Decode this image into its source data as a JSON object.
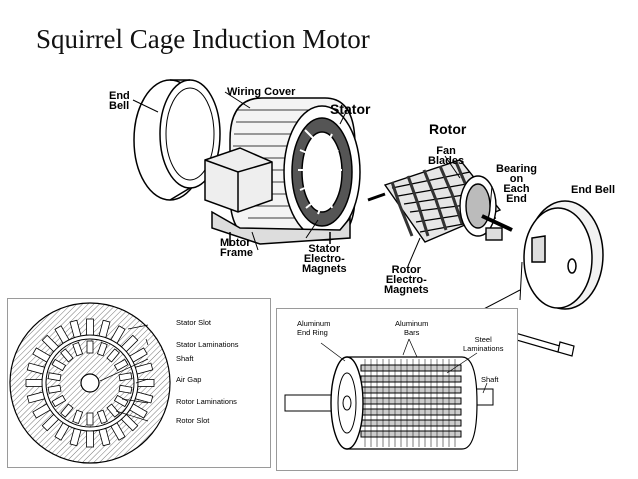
{
  "slide": {
    "title": "Squirrel Cage Induction Motor"
  },
  "exploded_view": {
    "labels": {
      "end_bell_left": "End\nBell",
      "wiring_cover": "Wiring Cover",
      "stator": "Stator",
      "rotor": "Rotor",
      "fan_blades": "Fan\nBlades",
      "bearing": "Bearing\non\nEach\nEnd",
      "end_bell_right": "End Bell",
      "motor_frame": "Motor\nFrame",
      "stator_electromagnets": "Stator\nElectro-\nMagnets",
      "rotor_electromagnets": "Rotor\nElectro-\nMagnets"
    }
  },
  "cross_section": {
    "labels": {
      "stator_slot": "Stator Slot",
      "stator_laminations": "Stator Laminations",
      "shaft": "Shaft",
      "air_gap": "Air Gap",
      "rotor_laminations": "Rotor Laminations",
      "rotor_slot": "Rotor Slot"
    }
  },
  "rotor_cage": {
    "labels": {
      "aluminum_end_ring": "Aluminum\nEnd Ring",
      "aluminum_bars": "Aluminum\nBars",
      "steel_laminations": "Steel\nLaminations",
      "shaft": "Shaft"
    }
  },
  "colors": {
    "line": "#000000",
    "inset_border": "#9a9a9a"
  }
}
